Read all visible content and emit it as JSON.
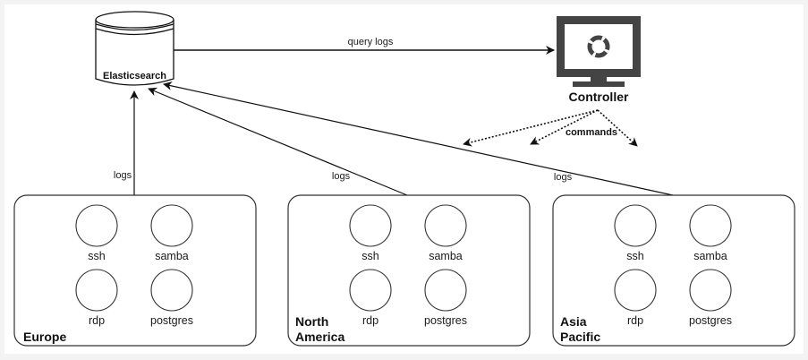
{
  "diagram": {
    "database": {
      "label": "Elasticsearch"
    },
    "controller": {
      "label": "Controller",
      "icon": "lifebuoy-icon"
    },
    "edges": {
      "query": "query logs",
      "commands": "commands",
      "logs": "logs"
    },
    "regions": [
      {
        "name": "Europe",
        "name_lines": [
          "Europe"
        ],
        "services": [
          "ssh",
          "samba",
          "rdp",
          "postgres"
        ]
      },
      {
        "name": "North America",
        "name_lines": [
          "North",
          "America"
        ],
        "services": [
          "ssh",
          "samba",
          "rdp",
          "postgres"
        ]
      },
      {
        "name": "Asia Pacific",
        "name_lines": [
          "Asia",
          "Pacific"
        ],
        "services": [
          "ssh",
          "samba",
          "rdp",
          "postgres"
        ]
      }
    ],
    "colors": {
      "stroke": "#111111",
      "monitor": "#444444",
      "background": "#f3f3f3"
    }
  }
}
